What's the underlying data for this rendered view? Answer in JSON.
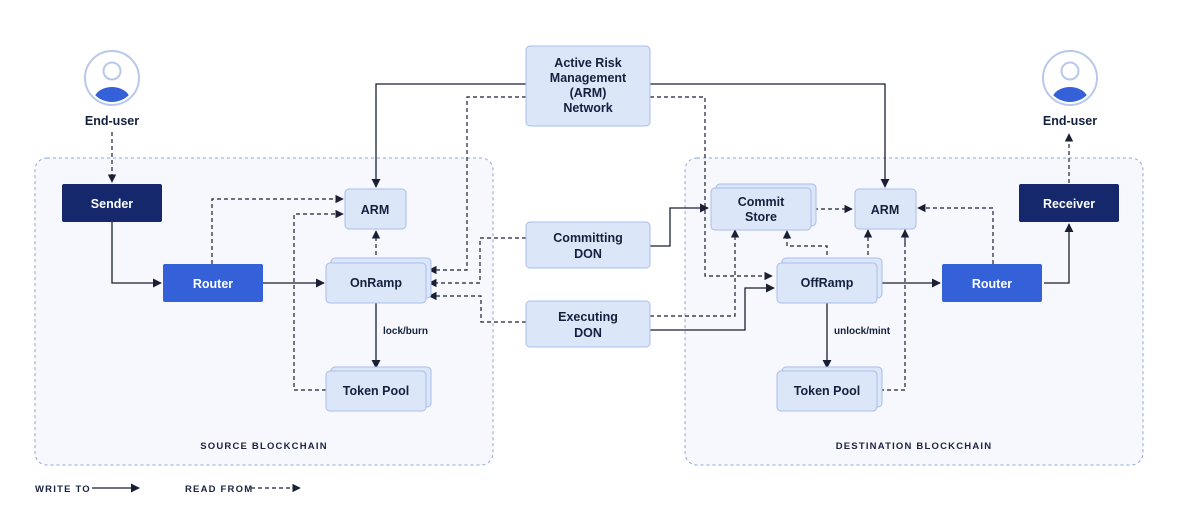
{
  "nodes": {
    "arm_network": [
      "Active Risk",
      "Management",
      "(ARM)",
      "Network"
    ],
    "end_user_left": "End-user",
    "end_user_right": "End-user",
    "sender": "Sender",
    "receiver": "Receiver",
    "arm_src": "ARM",
    "arm_dst": "ARM",
    "router_src": "Router",
    "router_dst": "Router",
    "onramp": "OnRamp",
    "offramp": "OffRamp",
    "token_pool_src": "Token Pool",
    "token_pool_dst": "Token Pool",
    "committing_don": [
      "Committing",
      "DON"
    ],
    "executing_don": [
      "Executing",
      "DON"
    ],
    "commit_store": [
      "Commit",
      "Store"
    ]
  },
  "edge_labels": {
    "lock_burn": "lock/burn",
    "unlock_mint": "unlock/mint"
  },
  "regions": {
    "source": "SOURCE BLOCKCHAIN",
    "destination": "DESTINATION BLOCKCHAIN"
  },
  "legend": {
    "write_to": "WRITE TO",
    "read_from": "READ FROM"
  },
  "colors": {
    "dark_navy": "#14286b",
    "blue": "#3460d8",
    "light_box": "#dce6f9",
    "light_border": "#a9bde8",
    "region_bg": "#f6f8fd",
    "region_border": "#8ea6d6"
  }
}
